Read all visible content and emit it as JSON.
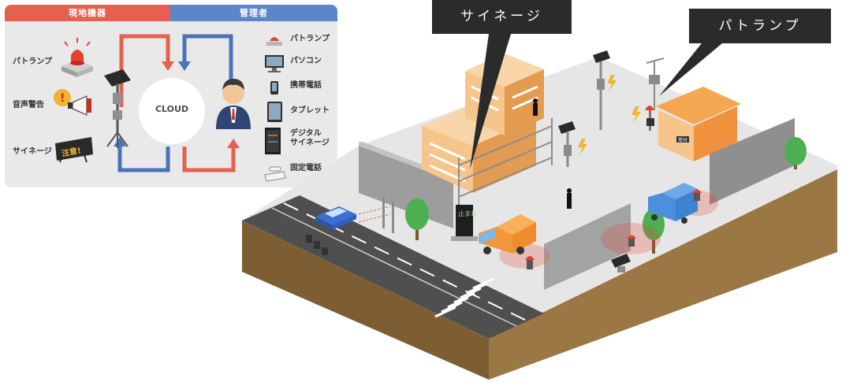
{
  "panel": {
    "header_local": "現地機器",
    "header_admin": "管理者",
    "local_devices": [
      "パトランプ",
      "音声警告",
      "サイネージ"
    ],
    "cloud_label": "CLOUD",
    "admin_devices": [
      "パトランプ",
      "パソコン",
      "携帯電話",
      "タブレット",
      "デジタル\nサイネージ",
      "固定電話"
    ],
    "signboard_text": "注意!"
  },
  "scene": {
    "callout_signage": "サイネージ",
    "callout_patlamp": "パトランプ",
    "signage_text": "止まれ",
    "building_sign": "受付"
  },
  "colors": {
    "local_header": "#e4604f",
    "admin_header": "#5b86c8",
    "arrow_red": "#e4604f",
    "arrow_blue": "#4b72b8",
    "ground_top": "#e6e6e6",
    "soil": "#8a6a3a",
    "building": "#f4b56a",
    "truck_orange": "#f08c2a",
    "truck_blue": "#3d83d4"
  }
}
